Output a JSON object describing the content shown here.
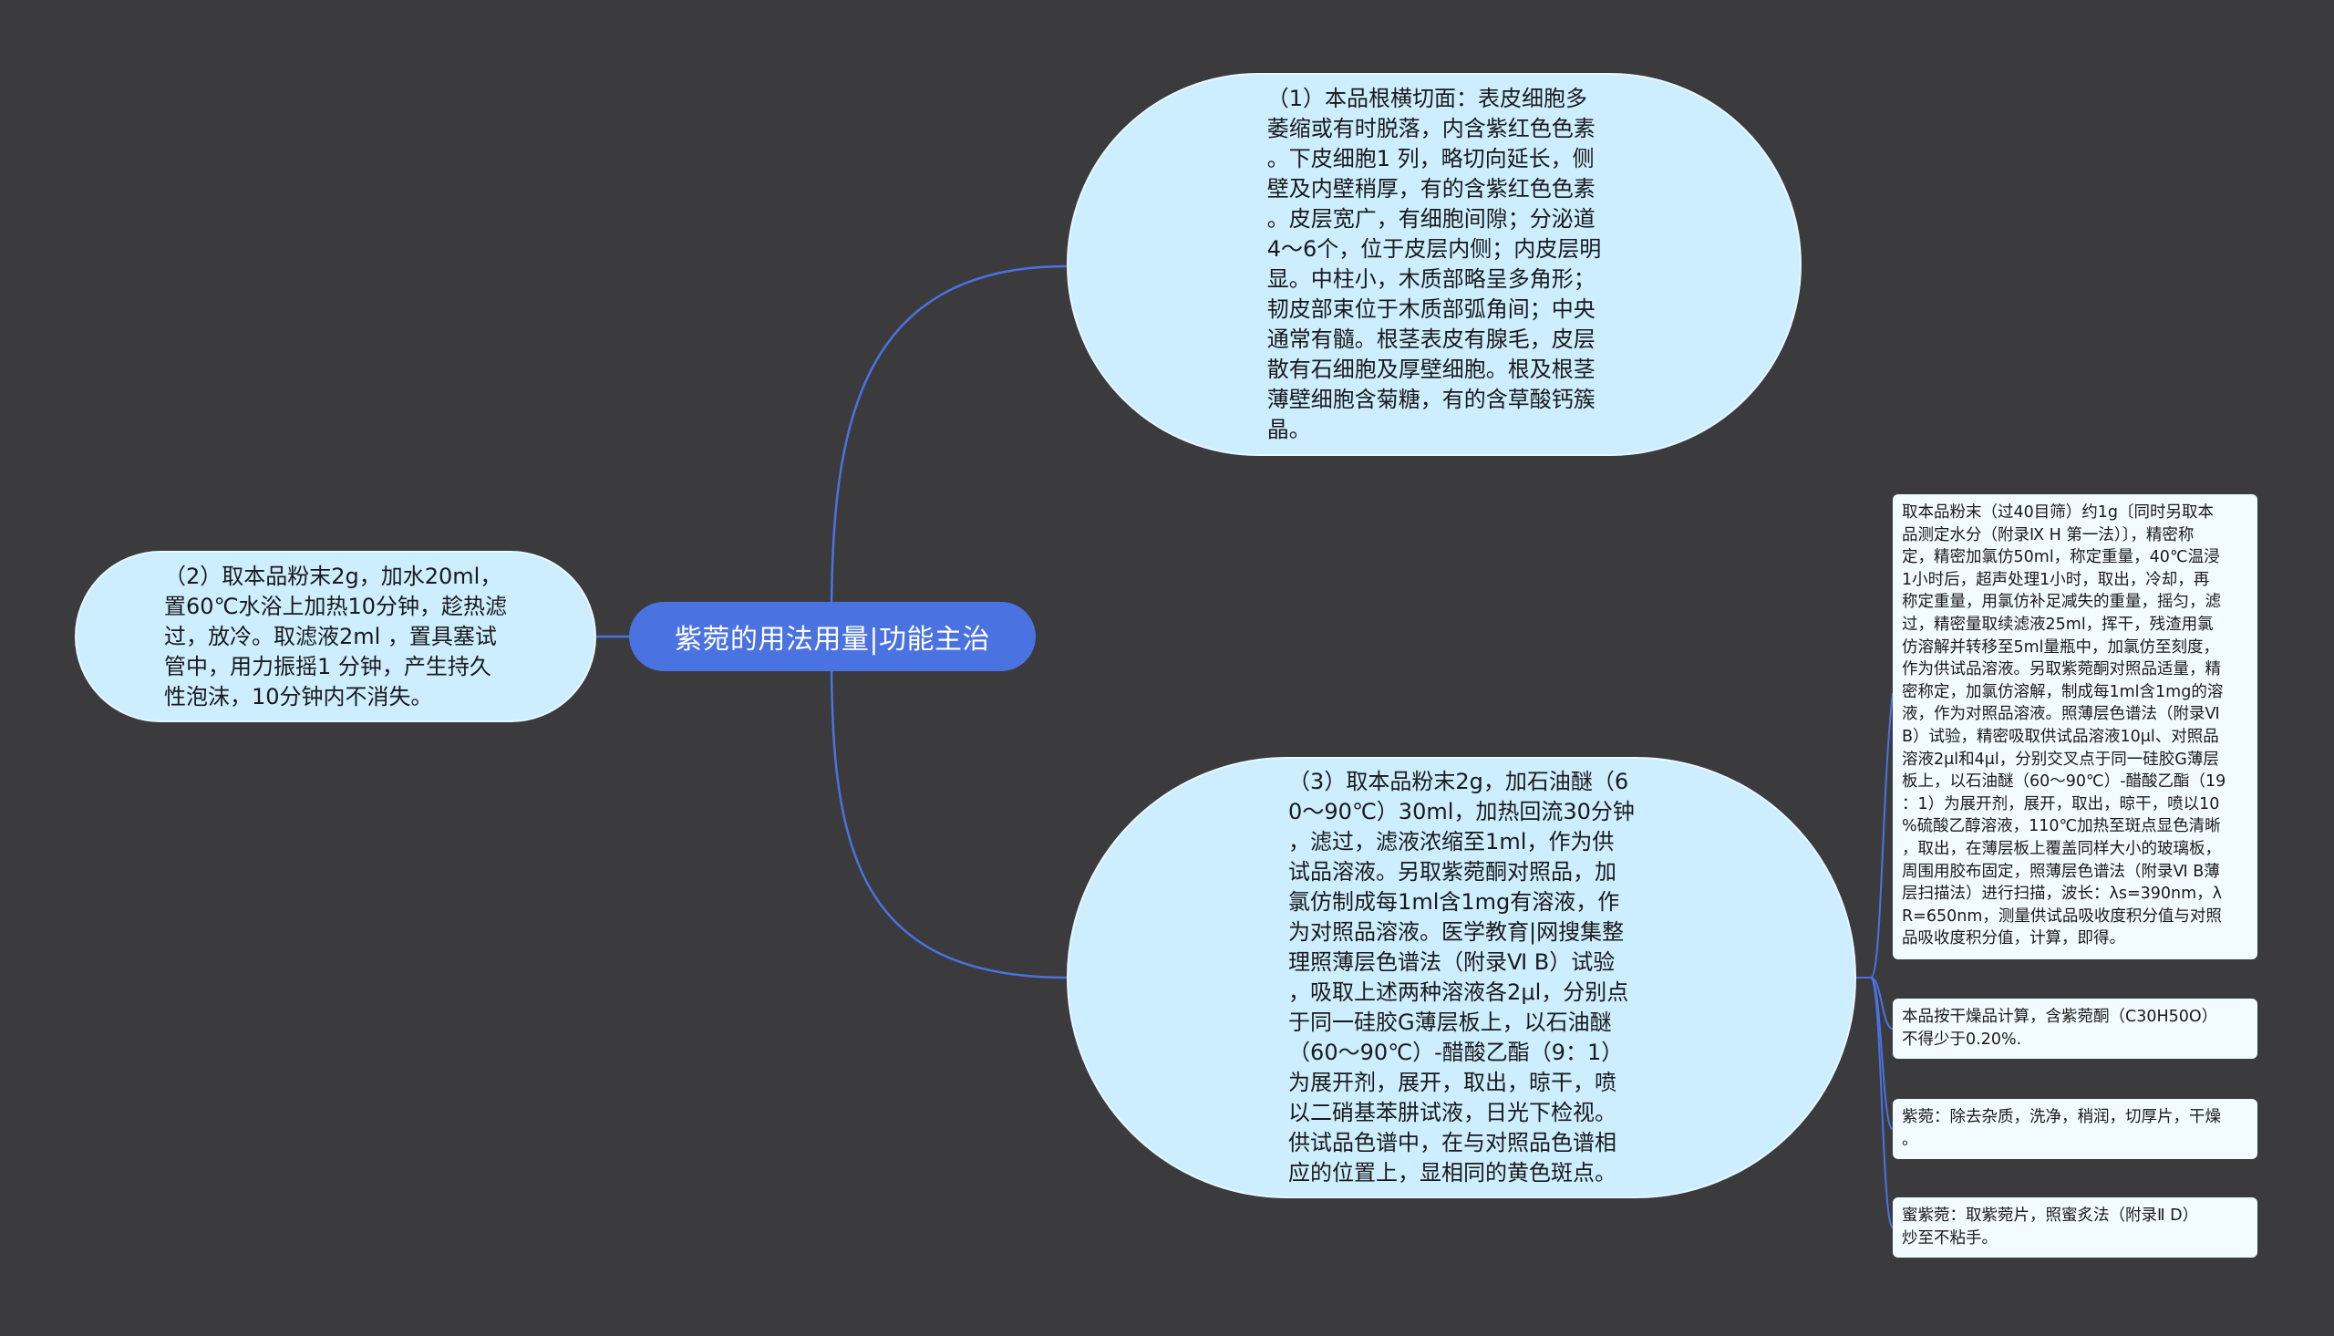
{
  "colors": {
    "background": "#3b3b3e",
    "central_fill": "#4a72e0",
    "bubble_fill": "#cdeeff",
    "leaf_fill": "#f2fbff",
    "connector": "#4a72e0"
  },
  "central": {
    "label": "紫菀的用法用量|功能主治"
  },
  "branches": {
    "node1": "（1）本品根横切面：表皮细胞多\n萎缩或有时脱落，内含紫红色色素\n。下皮细胞1 列，略切向延长，侧\n壁及内壁稍厚，有的含紫红色色素\n。皮层宽广，有细胞间隙；分泌道\n4～6个，位于皮层内侧；内皮层明\n显。中柱小，木质部略呈多角形；\n韧皮部束位于木质部弧角间；中央\n通常有髓。根茎表皮有腺毛，皮层\n散有石细胞及厚壁细胞。根及根茎\n薄壁细胞含菊糖，有的含草酸钙簇\n晶。",
    "node2": "（2）取本品粉末2g，加水20ml，\n置60℃水浴上加热10分钟，趁热滤\n过，放冷。取滤液2ml ，置具塞试\n管中，用力振摇1 分钟，产生持久\n性泡沫，10分钟内不消失。",
    "node3": "（3）取本品粉末2g，加石油醚（6\n0～90℃）30ml，加热回流30分钟\n，滤过，滤液浓缩至1ml，作为供\n试品溶液。另取紫菀酮对照品，加\n氯仿制成每1ml含1mg有溶液，作\n为对照品溶液。医学教育|网搜集整\n理照薄层色谱法（附录Ⅵ B）试验\n，吸取上述两种溶液各2μl，分别点\n于同一硅胶G薄层板上，以石油醚\n（60～90℃）-醋酸乙酯（9：1）\n为展开剂，展开，取出，晾干，喷\n以二硝基苯肼试液，日光下检视。\n供试品色谱中，在与对照品色谱相\n应的位置上，显相同的黄色斑点。"
  },
  "leaves": [
    "取本品粉末（过40目筛）约1g〔同时另取本\n品测定水分（附录Ⅸ H 第一法）〕，精密称\n定，精密加氯仿50ml，称定重量，40℃温浸\n1小时后，超声处理1小时，取出，冷却，再\n称定重量，用氯仿补足减失的重量，摇匀，滤\n过，精密量取续滤液25ml，挥干，残渣用氯\n仿溶解并转移至5ml量瓶中，加氯仿至刻度，\n作为供试品溶液。另取紫菀酮对照品适量，精\n密称定，加氯仿溶解，制成每1ml含1mg的溶\n液，作为对照品溶液。照薄层色谱法（附录Ⅵ\n B）试验，精密吸取供试品溶液10μl、对照品\n溶液2μl和4μl，分别交叉点于同一硅胶G薄层\n板上，以石油醚（60～90℃）-醋酸乙酯（19\n：1）为展开剂，展开，取出，晾干，喷以10\n%硫酸乙醇溶液，110℃加热至斑点显色清晰\n，取出，在薄层板上覆盖同样大小的玻璃板，\n周围用胶布固定，照薄层色谱法（附录Ⅵ B薄\n层扫描法）进行扫描，波长：λs=390nm，λ\nR=650nm，测量供试品吸收度积分值与对照\n品吸收度积分值，计算，即得。",
    "本品按干燥品计算，含紫菀酮（C30H50O）\n不得少于0.20%.",
    "紫菀：除去杂质，洗净，稍润，切厚片，干燥\n。",
    "蜜紫菀：取紫菀片，照蜜炙法（附录Ⅱ D）\n炒至不粘手。"
  ]
}
